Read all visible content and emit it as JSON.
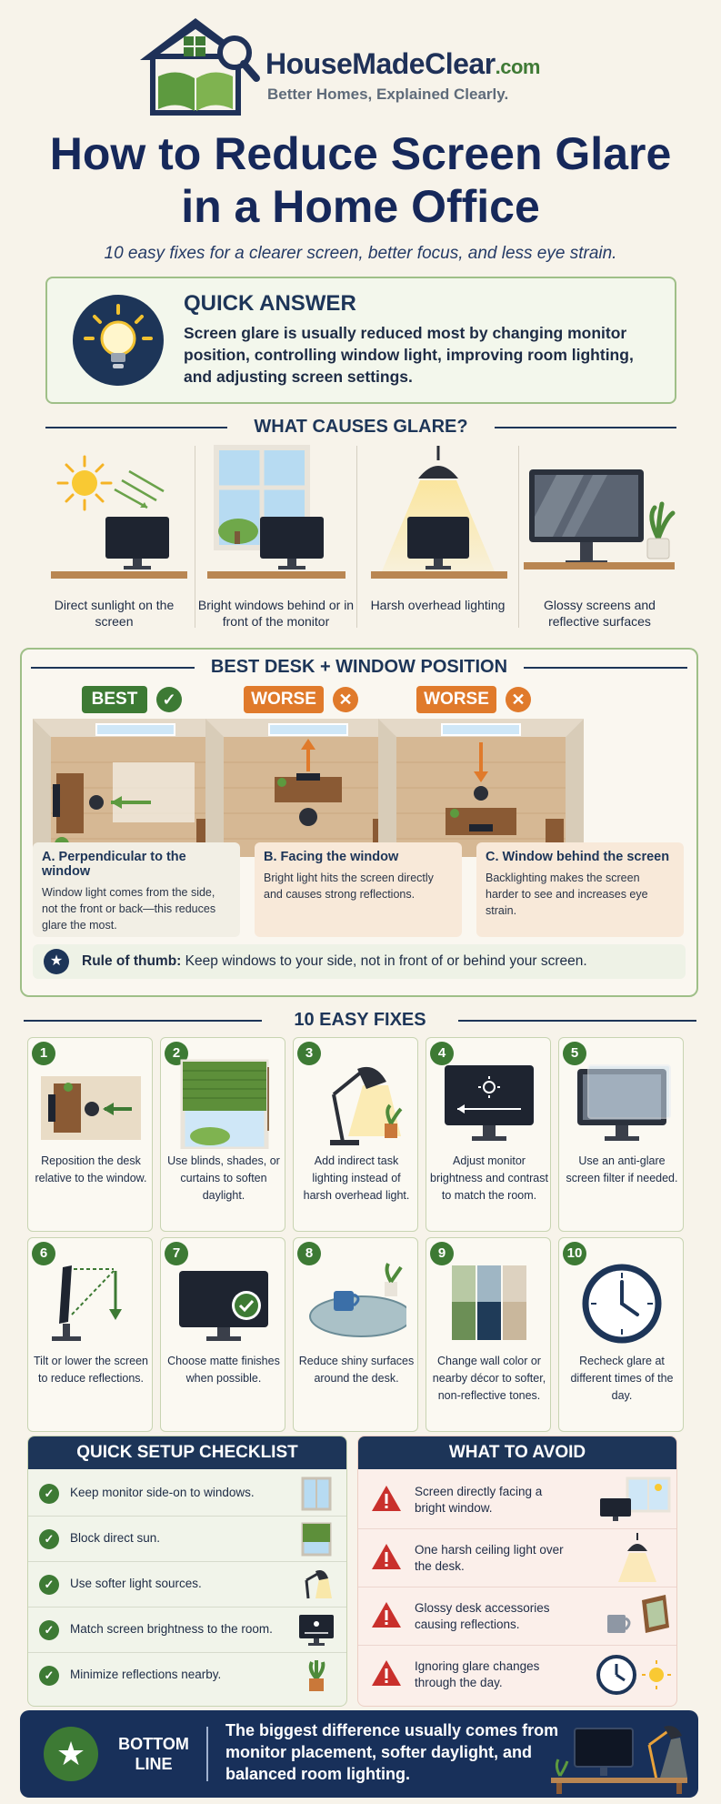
{
  "header": {
    "brand": "HouseMadeClear",
    "brand_suffix": ".com",
    "tagline": "Better Homes, Explained Clearly.",
    "title_line1": "How to Reduce Screen Glare",
    "title_line2": "in a Home Office",
    "subtitle": "10 easy fixes for a clearer screen, better focus, and less eye strain."
  },
  "quick_answer": {
    "title": "QUICK ANSWER",
    "text": "Screen glare is usually reduced most by changing monitor position, controlling window light, improving room lighting, and adjusting screen settings.",
    "icon": "lightbulb-icon"
  },
  "causes": {
    "title": "WHAT CAUSES GLARE?",
    "items": [
      {
        "label": "Direct sunlight on the screen",
        "icon": "sun-icon"
      },
      {
        "label": "Bright windows behind or in front of the monitor",
        "icon": "window-icon"
      },
      {
        "label": "Harsh overhead lighting",
        "icon": "ceiling-lamp-icon"
      },
      {
        "label": "Glossy screens and reflective surfaces",
        "icon": "glossy-monitor-icon"
      }
    ]
  },
  "positions": {
    "title": "BEST DESK + WINDOW POSITION",
    "best_badge": "BEST",
    "worse_badge": "WORSE",
    "cards": [
      {
        "heading": "A. Perpendicular to the window",
        "text": "Window light comes from the side, not the front or back—this reduces glare the most."
      },
      {
        "heading": "B. Facing the window",
        "text": "Bright light hits the screen directly and causes strong reflections."
      },
      {
        "heading": "C. Window behind the screen",
        "text": "Backlighting makes the screen harder to see and increases eye strain."
      }
    ],
    "rule_bold": "Rule of thumb:",
    "rule_text": " Keep windows to your side, not in front of or behind your screen."
  },
  "fixes": {
    "title": "10 EASY FIXES",
    "items": [
      {
        "num": "1",
        "text": "Reposition the desk relative to the window."
      },
      {
        "num": "2",
        "text": "Use blinds, shades, or curtains to soften daylight."
      },
      {
        "num": "3",
        "text": "Add indirect task lighting instead of harsh overhead light."
      },
      {
        "num": "4",
        "text": "Adjust monitor brightness and contrast to match the room."
      },
      {
        "num": "5",
        "text": "Use an anti-glare screen filter if needed."
      },
      {
        "num": "6",
        "text": "Tilt or lower the screen to reduce reflections."
      },
      {
        "num": "7",
        "text": "Choose matte finishes when possible."
      },
      {
        "num": "8",
        "text": "Reduce shiny surfaces around the desk."
      },
      {
        "num": "9",
        "text": "Change wall color or nearby décor to softer, non-reflective tones."
      },
      {
        "num": "10",
        "text": "Recheck glare at different times of the day."
      }
    ]
  },
  "checklist": {
    "title": "QUICK SETUP CHECKLIST",
    "items": [
      "Keep monitor side-on to windows.",
      "Block direct sun.",
      "Use softer light sources.",
      "Match screen brightness to the room.",
      "Minimize reflections nearby."
    ]
  },
  "avoid": {
    "title": "WHAT TO AVOID",
    "items": [
      "Screen directly facing a bright window.",
      "One harsh ceiling light over the desk.",
      "Glossy desk accessories causing reflections.",
      "Ignoring glare changes through the day."
    ]
  },
  "bottom_line": {
    "title": "BOTTOM LINE",
    "text": "The biggest difference usually comes from monitor placement, softer daylight, and balanced room lighting."
  },
  "colors": {
    "navy": "#1d3558",
    "green": "#3d7a34",
    "orange": "#e07a2b",
    "red": "#c9302c"
  }
}
